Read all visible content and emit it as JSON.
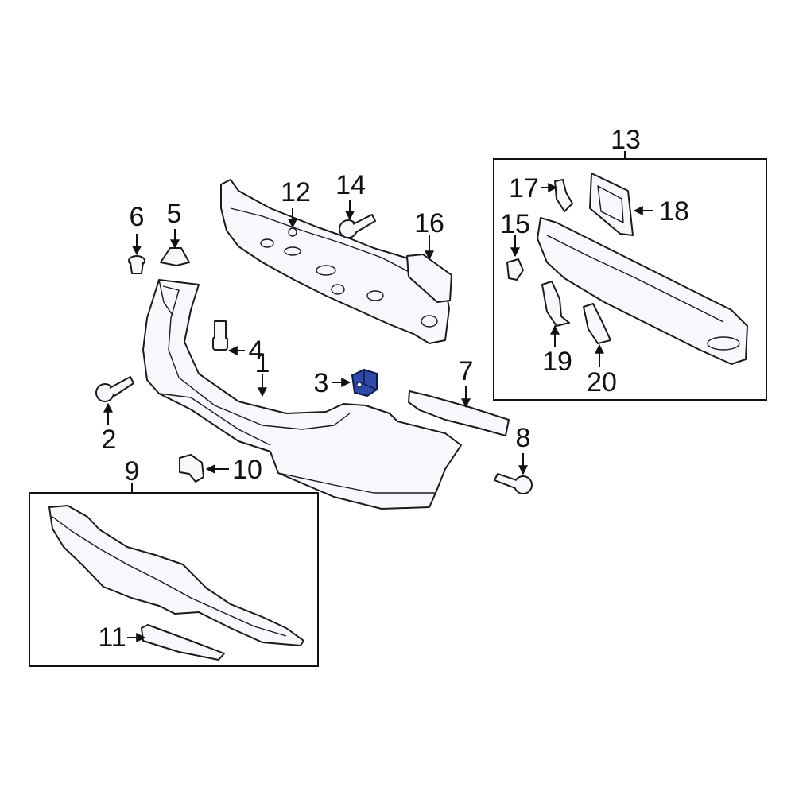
{
  "diagram": {
    "accent_color": "#2e4aa6",
    "highlighted_part": "3",
    "callouts": {
      "c1": "1",
      "c2": "2",
      "c3": "3",
      "c4": "4",
      "c5": "5",
      "c6": "6",
      "c7": "7",
      "c8": "8",
      "c9": "9",
      "c10": "10",
      "c11": "11",
      "c12": "12",
      "c13": "13",
      "c14": "14",
      "c15": "15",
      "c16": "16",
      "c17": "17",
      "c18": "18",
      "c19": "19",
      "c20": "20"
    }
  }
}
